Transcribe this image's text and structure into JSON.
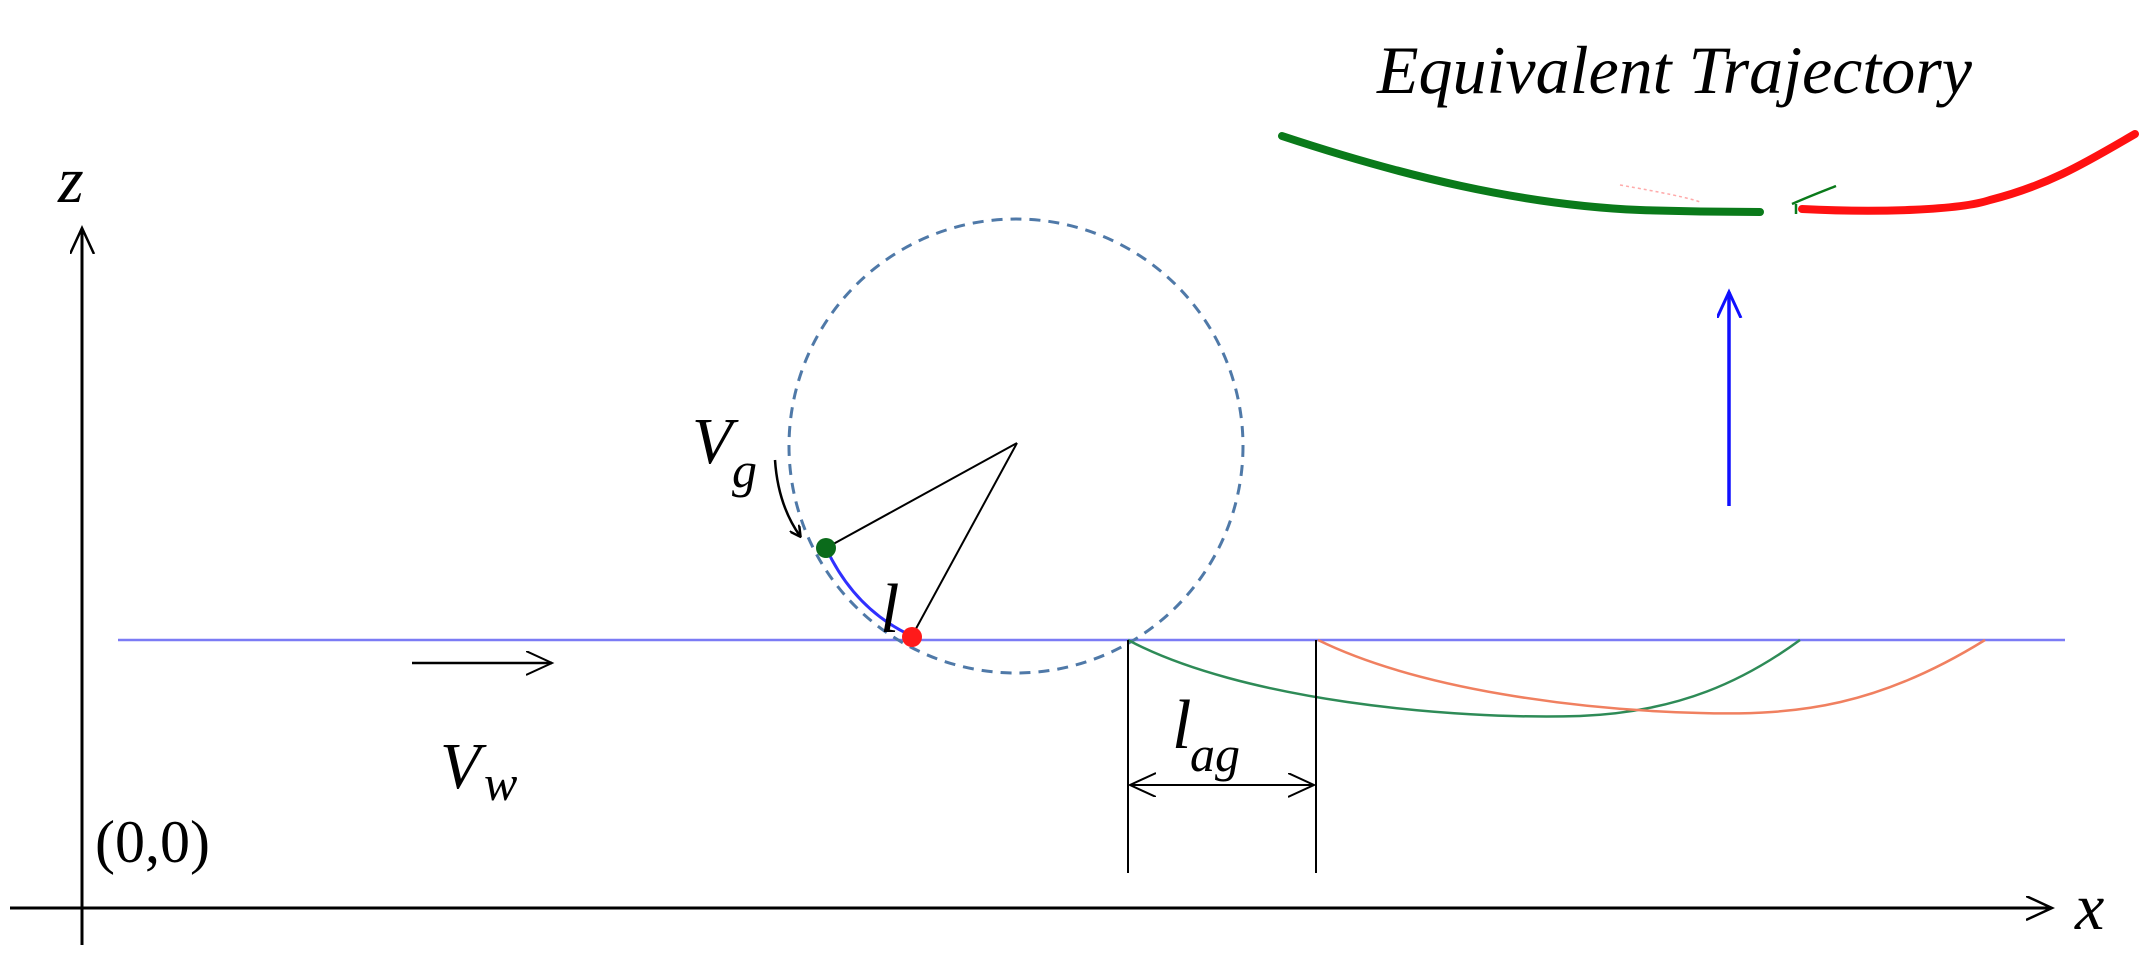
{
  "labels": {
    "title": "Equivalent Trajectory",
    "z_axis": "z",
    "x_axis": "x",
    "origin": "(0,0)",
    "vg_main": "V",
    "vg_sub": "g",
    "vw_main": "V",
    "vw_sub": "w",
    "l": "l",
    "lag_main": "l",
    "lag_sub": "ag"
  },
  "colors": {
    "axis": "#000000",
    "waterline": "#7b7bf5",
    "circle": "#4f79a8",
    "green_curve": "#2e8b57",
    "orange_curve": "#f08060",
    "eq_green": "#0a7a1a",
    "eq_red": "#ff1111",
    "up_arrow": "#1010ff",
    "arc_blue": "#3030ff",
    "dot_green": "#0b6b1b",
    "dot_red": "#ff1a1a"
  }
}
